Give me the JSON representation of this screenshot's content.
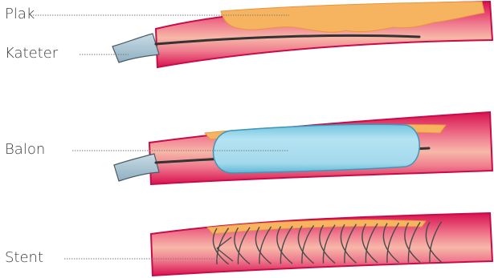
{
  "labels": {
    "plaque": "Plak",
    "catheter": "Kateter",
    "balloon": "Balon",
    "stent": "Stent"
  },
  "colors": {
    "artery_wall": "#e0185e",
    "artery_highlight": "#f29c9c",
    "plaque": "#f7b460",
    "catheter_tube": "#a9c3d2",
    "guidewire": "#333333",
    "balloon": "#a8dced",
    "stent_mesh": "#4a4a4a",
    "leader_line": "#7a7a7a"
  }
}
